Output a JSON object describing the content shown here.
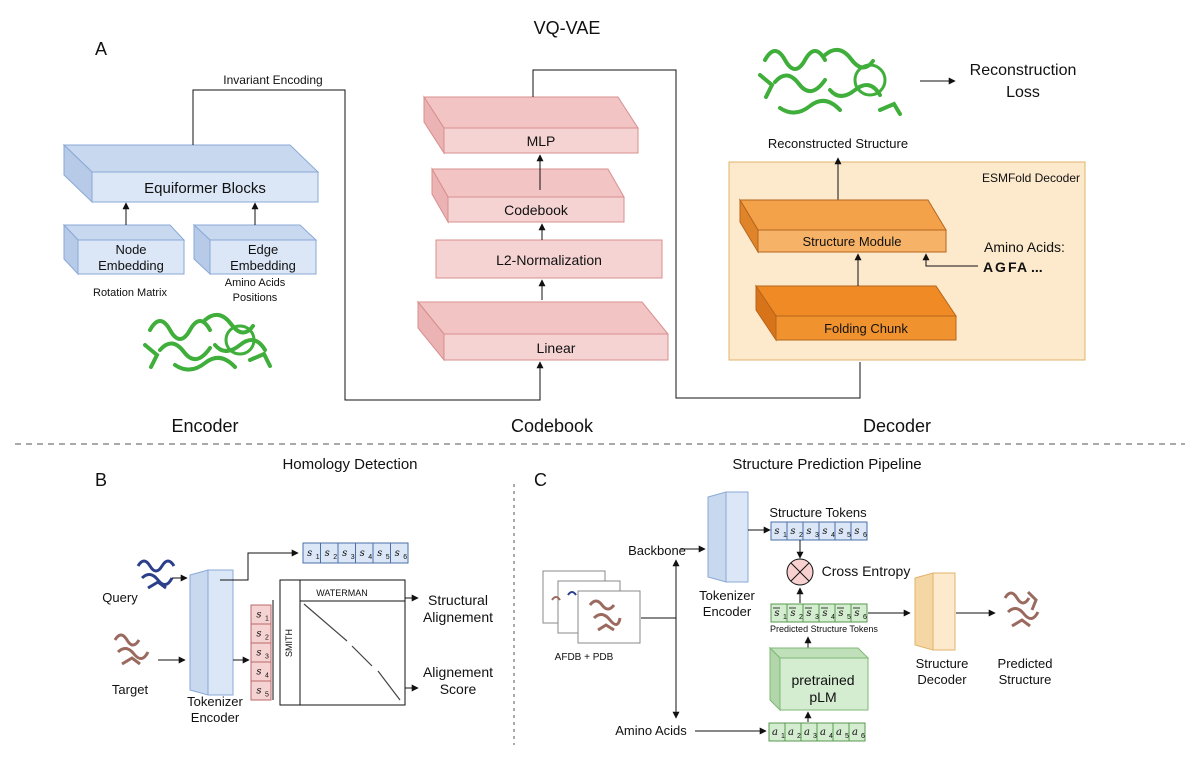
{
  "title": "VQ-VAE",
  "panel_a": {
    "label": "A",
    "invariant_encoding": "Invariant Encoding",
    "equiformer": "Equiformer Blocks",
    "node_embedding": [
      "Node",
      "Embedding"
    ],
    "edge_embedding": [
      "Edge",
      "Embedding"
    ],
    "rotation_matrix": "Rotation Matrix",
    "amino_positions": [
      "Amino Acids",
      "Positions"
    ],
    "mlp": "MLP",
    "codebook_block": "Codebook",
    "l2norm": "L2-Normalization",
    "linear": "Linear",
    "reconstruction_loss": [
      "Reconstruction",
      "Loss"
    ],
    "reconstructed_structure": "Reconstructed Structure",
    "esmfold_decoder": "ESMFold Decoder",
    "structure_module": "Structure Module",
    "folding_chunk": "Folding Chunk",
    "amino_acids_label": "Amino Acids:",
    "amino_letters": [
      {
        "ch": "A",
        "color": "#4caf50"
      },
      {
        "ch": "G",
        "color": "#3f51b5"
      },
      {
        "ch": "F",
        "color": "#ff9800"
      },
      {
        "ch": "A",
        "color": "#2e7d32"
      }
    ],
    "amino_ellipsis": "...",
    "encoder": "Encoder",
    "codebook": "Codebook",
    "decoder": "Decoder"
  },
  "panel_b": {
    "label": "B",
    "title": "Homology Detection",
    "query": "Query",
    "target": "Target",
    "tokenizer_encoder": [
      "Tokenizer",
      "Encoder"
    ],
    "waterman": "WATERMAN",
    "smith": "SMITH",
    "structural_alignment": [
      "Structural",
      "Alignement"
    ],
    "alignment_score": [
      "Alignement",
      "Score"
    ],
    "tokens": [
      "1",
      "2",
      "3",
      "4",
      "5",
      "6"
    ],
    "target_tokens": [
      "1",
      "2",
      "3",
      "4",
      "5"
    ]
  },
  "panel_c": {
    "label": "C",
    "title": "Structure Prediction Pipeline",
    "backbone": "Backbone",
    "afdb": "AFDB + PDB",
    "amino_acids": "Amino Acids",
    "tokenizer_encoder": [
      "Tokenizer",
      "Encoder"
    ],
    "structure_tokens": "Structure Tokens",
    "cross_entropy": "Cross Entropy",
    "predicted_tokens": "Predicted Structure Tokens",
    "pretrained_plm": [
      "pretrained",
      "pLM"
    ],
    "structure_decoder": [
      "Structure",
      "Decoder"
    ],
    "predicted_structure": [
      "Predicted",
      "Structure"
    ],
    "tokens": [
      "1",
      "2",
      "3",
      "4",
      "5",
      "6"
    ]
  },
  "colors": {
    "blue_face": "#dbe7f7",
    "blue_edge": "#8aa9d6",
    "pink_face": "#f6d3d3",
    "pink_edge": "#d88f8f",
    "orange_face": "#f0922e",
    "orange_edge": "#b5651d",
    "decoder_bg": "#fde9cc",
    "green_face": "#d4ecd0",
    "protein_green": "#3fae3a",
    "protein_brown": "#9b6a5e",
    "protein_navy": "#2b3f8a"
  }
}
